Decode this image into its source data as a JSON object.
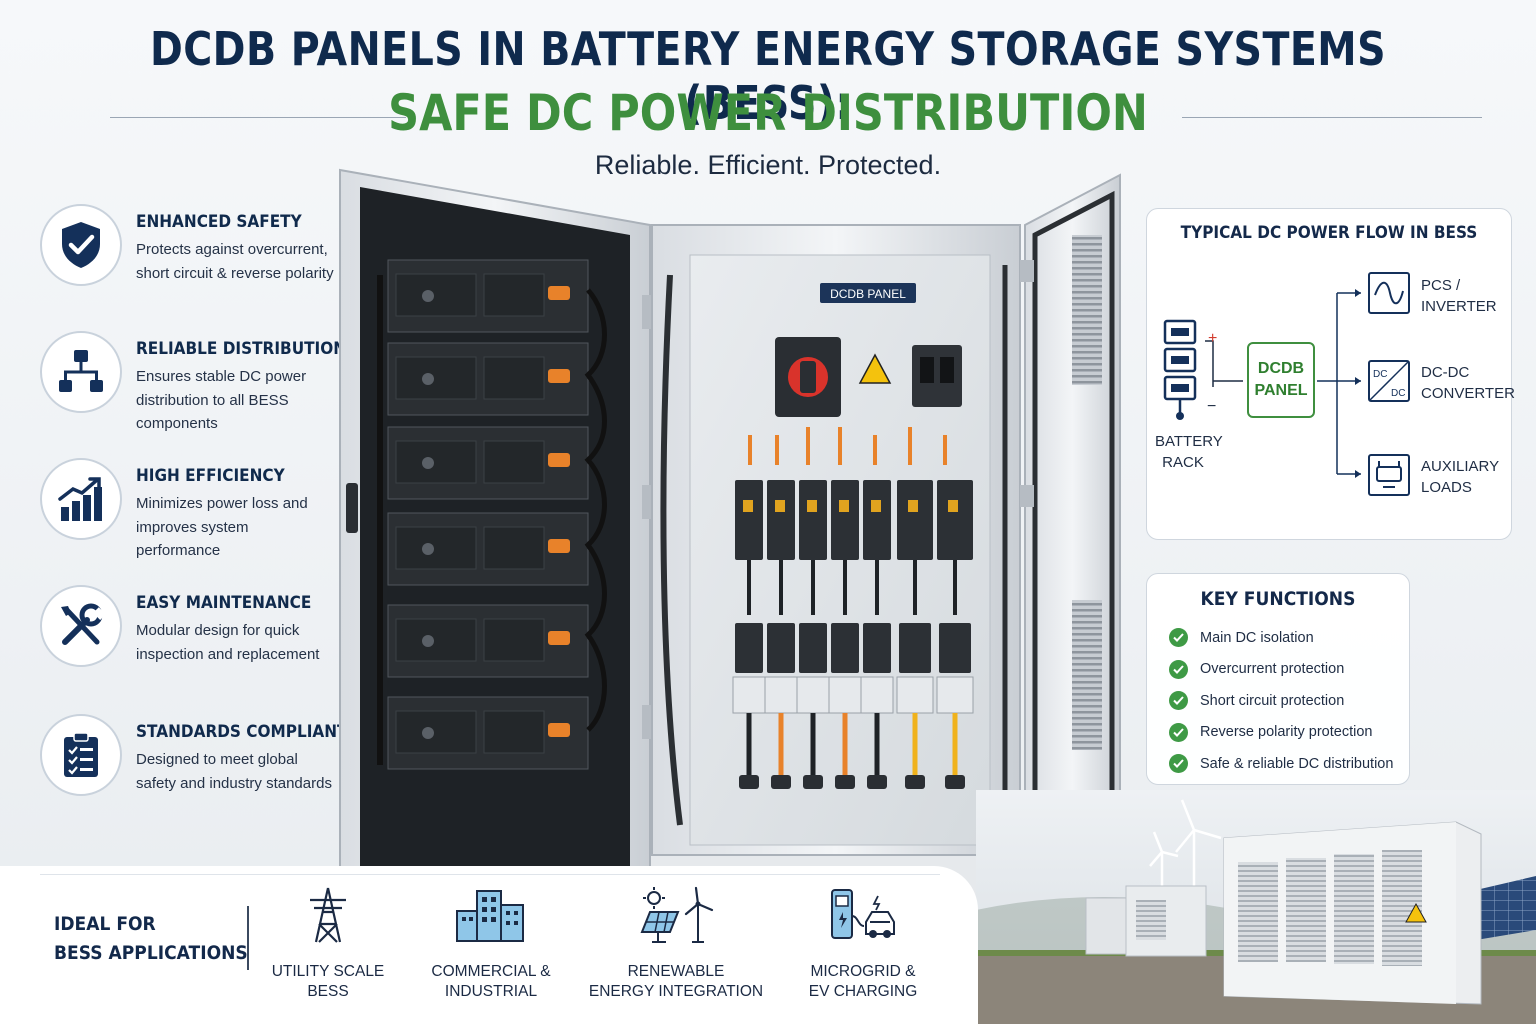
{
  "header": {
    "title_line1": "DCDB PANELS IN BATTERY ENERGY STORAGE SYSTEMS (BESS):",
    "title_line2": "SAFE DC POWER DISTRIBUTION",
    "tagline": "Reliable. Efficient. Protected."
  },
  "features": [
    {
      "icon": "shield-check-icon",
      "title": "ENHANCED SAFETY",
      "description": "Protects against overcurrent, short circuit & reverse polarity"
    },
    {
      "icon": "network-icon",
      "title": "RELIABLE DISTRIBUTION",
      "description": "Ensures stable DC power distribution to all BESS components"
    },
    {
      "icon": "growth-chart-icon",
      "title": "HIGH EFFICIENCY",
      "description": "Minimizes power loss and improves system performance"
    },
    {
      "icon": "tools-icon",
      "title": "EASY MAINTENANCE",
      "description": "Modular design for quick inspection and replacement"
    },
    {
      "icon": "clipboard-check-icon",
      "title": "STANDARDS COMPLIANT",
      "description": "Designed to meet global safety and industry standards"
    }
  ],
  "cabinet": {
    "panel_label": "DCDB PANEL"
  },
  "power_flow": {
    "title": "TYPICAL DC POWER FLOW IN BESS",
    "source_line1": "BATTERY",
    "source_line2": "RACK",
    "hub_line1": "DCDB",
    "hub_line2": "PANEL",
    "plus": "+",
    "minus": "−",
    "outputs": [
      {
        "line1": "PCS /",
        "line2": "INVERTER"
      },
      {
        "line1": "DC-DC",
        "line2": "CONVERTER"
      },
      {
        "line1": "AUXILIARY",
        "line2": "LOADS"
      }
    ],
    "dc_icon_text": "DC"
  },
  "key_functions": {
    "title": "KEY FUNCTIONS",
    "items": [
      "Main DC isolation",
      "Overcurrent protection",
      "Short circuit protection",
      "Reverse polarity protection",
      "Safe & reliable DC distribution"
    ]
  },
  "applications": {
    "heading_line1": "IDEAL FOR",
    "heading_line2": "BESS APPLICATIONS",
    "items": [
      {
        "icon": "transmission-tower-icon",
        "line1": "UTILITY SCALE",
        "line2": "BESS"
      },
      {
        "icon": "buildings-icon",
        "line1": "COMMERCIAL &",
        "line2": "INDUSTRIAL"
      },
      {
        "icon": "solar-wind-icon",
        "line1": "RENEWABLE",
        "line2": "ENERGY INTEGRATION"
      },
      {
        "icon": "ev-charging-icon",
        "line1": "MICROGRID &",
        "line2": "EV CHARGING"
      }
    ]
  },
  "colors": {
    "navy": "#0f2a4d",
    "green": "#3e8f3e",
    "check_green": "#3e9a45",
    "cable_orange": "#e8822a"
  }
}
